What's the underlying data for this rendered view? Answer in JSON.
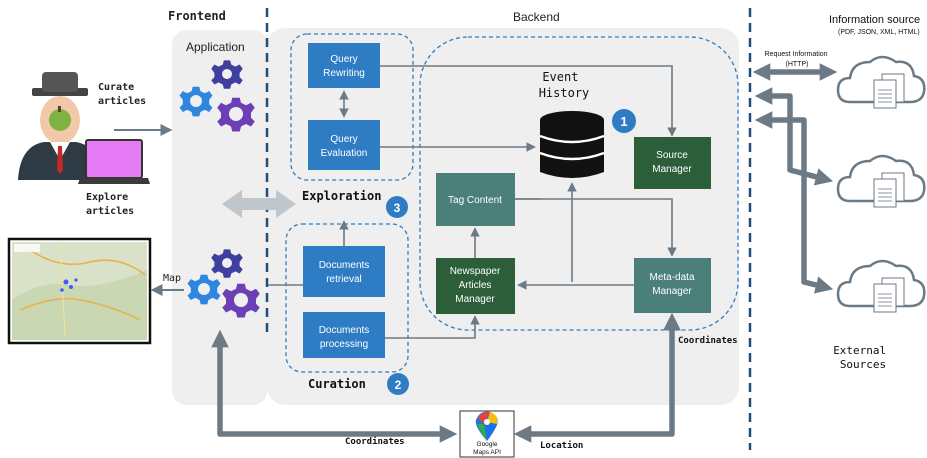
{
  "sections": {
    "frontend": "Frontend",
    "backend": "Backend",
    "application": "Application"
  },
  "user": {
    "curate": [
      "Curate",
      "articles"
    ],
    "explore": [
      "Explore",
      "articles"
    ]
  },
  "map_label": "Map",
  "boxes": {
    "query_rewriting": [
      "Query",
      "Rewriting"
    ],
    "query_evaluation": [
      "Query",
      "Evaluation"
    ],
    "documents_retrieval": [
      "Documents",
      "retrieval"
    ],
    "documents_processing": [
      "Documents",
      "processing"
    ],
    "tag_content": [
      "Tag Content"
    ],
    "newspaper_manager": [
      "Newspaper",
      "Articles",
      "Manager"
    ],
    "source_manager": [
      "Source",
      "Manager"
    ],
    "metadata_manager": [
      "Meta-data",
      "Manager"
    ]
  },
  "event_history": [
    "Event",
    "History"
  ],
  "groups": {
    "exploration": "Exploration",
    "curation": "Curation"
  },
  "badges": {
    "one": "1",
    "two": "2",
    "three": "3"
  },
  "info_sources": {
    "title": "Information source",
    "formats": "(PDF, JSON, XML, HTML)",
    "request": [
      "Request Information",
      "(HTTP)"
    ],
    "external": [
      "External",
      "Sources"
    ]
  },
  "arrows": {
    "coordinates_left": "Coordinates",
    "coordinates_right": "Coordinates",
    "location": "Location"
  },
  "google": [
    "Google",
    "Maps API"
  ],
  "colors": {
    "blue_box": "#2E7DC4",
    "green_box": "#2D5E3A",
    "teal_box": "#4A7F7A",
    "arrow_gray": "#6C7A85",
    "dashed_blue": "#2E7DC4",
    "panel_gray": "#EFEFEF",
    "badge_blue": "#2E7DC4",
    "gear_blue": "#2E86DE",
    "gear_purple": "#6C3FB5",
    "gear_navy": "#3E3F9E"
  }
}
